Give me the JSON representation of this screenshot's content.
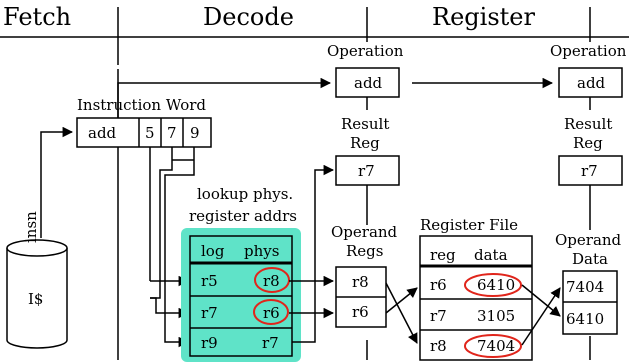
{
  "stages": [
    "Fetch",
    "Decode",
    "Register"
  ],
  "fetch": {
    "cache_label": "I$",
    "insn_label": "insn"
  },
  "decode": {
    "operation_label": "Operation",
    "operation_value": "add",
    "instruction_word_label": "Instruction Word",
    "instruction_word": [
      "add",
      "5",
      "7",
      "9"
    ],
    "result_reg_label": [
      "Result",
      "Reg"
    ],
    "result_reg_value": "r7",
    "lookup_label": [
      "lookup phys.",
      "register addrs"
    ],
    "map_table": {
      "headers": [
        "log",
        "phys"
      ],
      "rows": [
        {
          "log": "r5",
          "phys": "r8",
          "circled": true
        },
        {
          "log": "r7",
          "phys": "r6",
          "circled": true
        },
        {
          "log": "r9",
          "phys": "r7",
          "circled": false
        }
      ],
      "fill_color": "#5fe3c8"
    },
    "operand_regs_label": [
      "Operand",
      "Regs"
    ],
    "operand_regs": [
      "r8",
      "r6"
    ]
  },
  "register": {
    "register_file_label": "Register File",
    "register_file": {
      "headers": [
        "reg",
        "data"
      ],
      "rows": [
        {
          "reg": "r6",
          "data": "6410",
          "circled": true
        },
        {
          "reg": "r7",
          "data": "3105",
          "circled": false
        },
        {
          "reg": "r8",
          "data": "7404",
          "circled": true
        }
      ]
    },
    "operation_label": "Operation",
    "operation_value": "add",
    "result_reg_label": [
      "Result",
      "Reg"
    ],
    "result_reg_value": "r7",
    "operand_data_label": [
      "Operand",
      "Data"
    ],
    "operand_data": [
      "7404",
      "6410"
    ]
  },
  "colors": {
    "highlight_circle": "#e0251b",
    "map_table_fill": "#5fe3c8"
  }
}
